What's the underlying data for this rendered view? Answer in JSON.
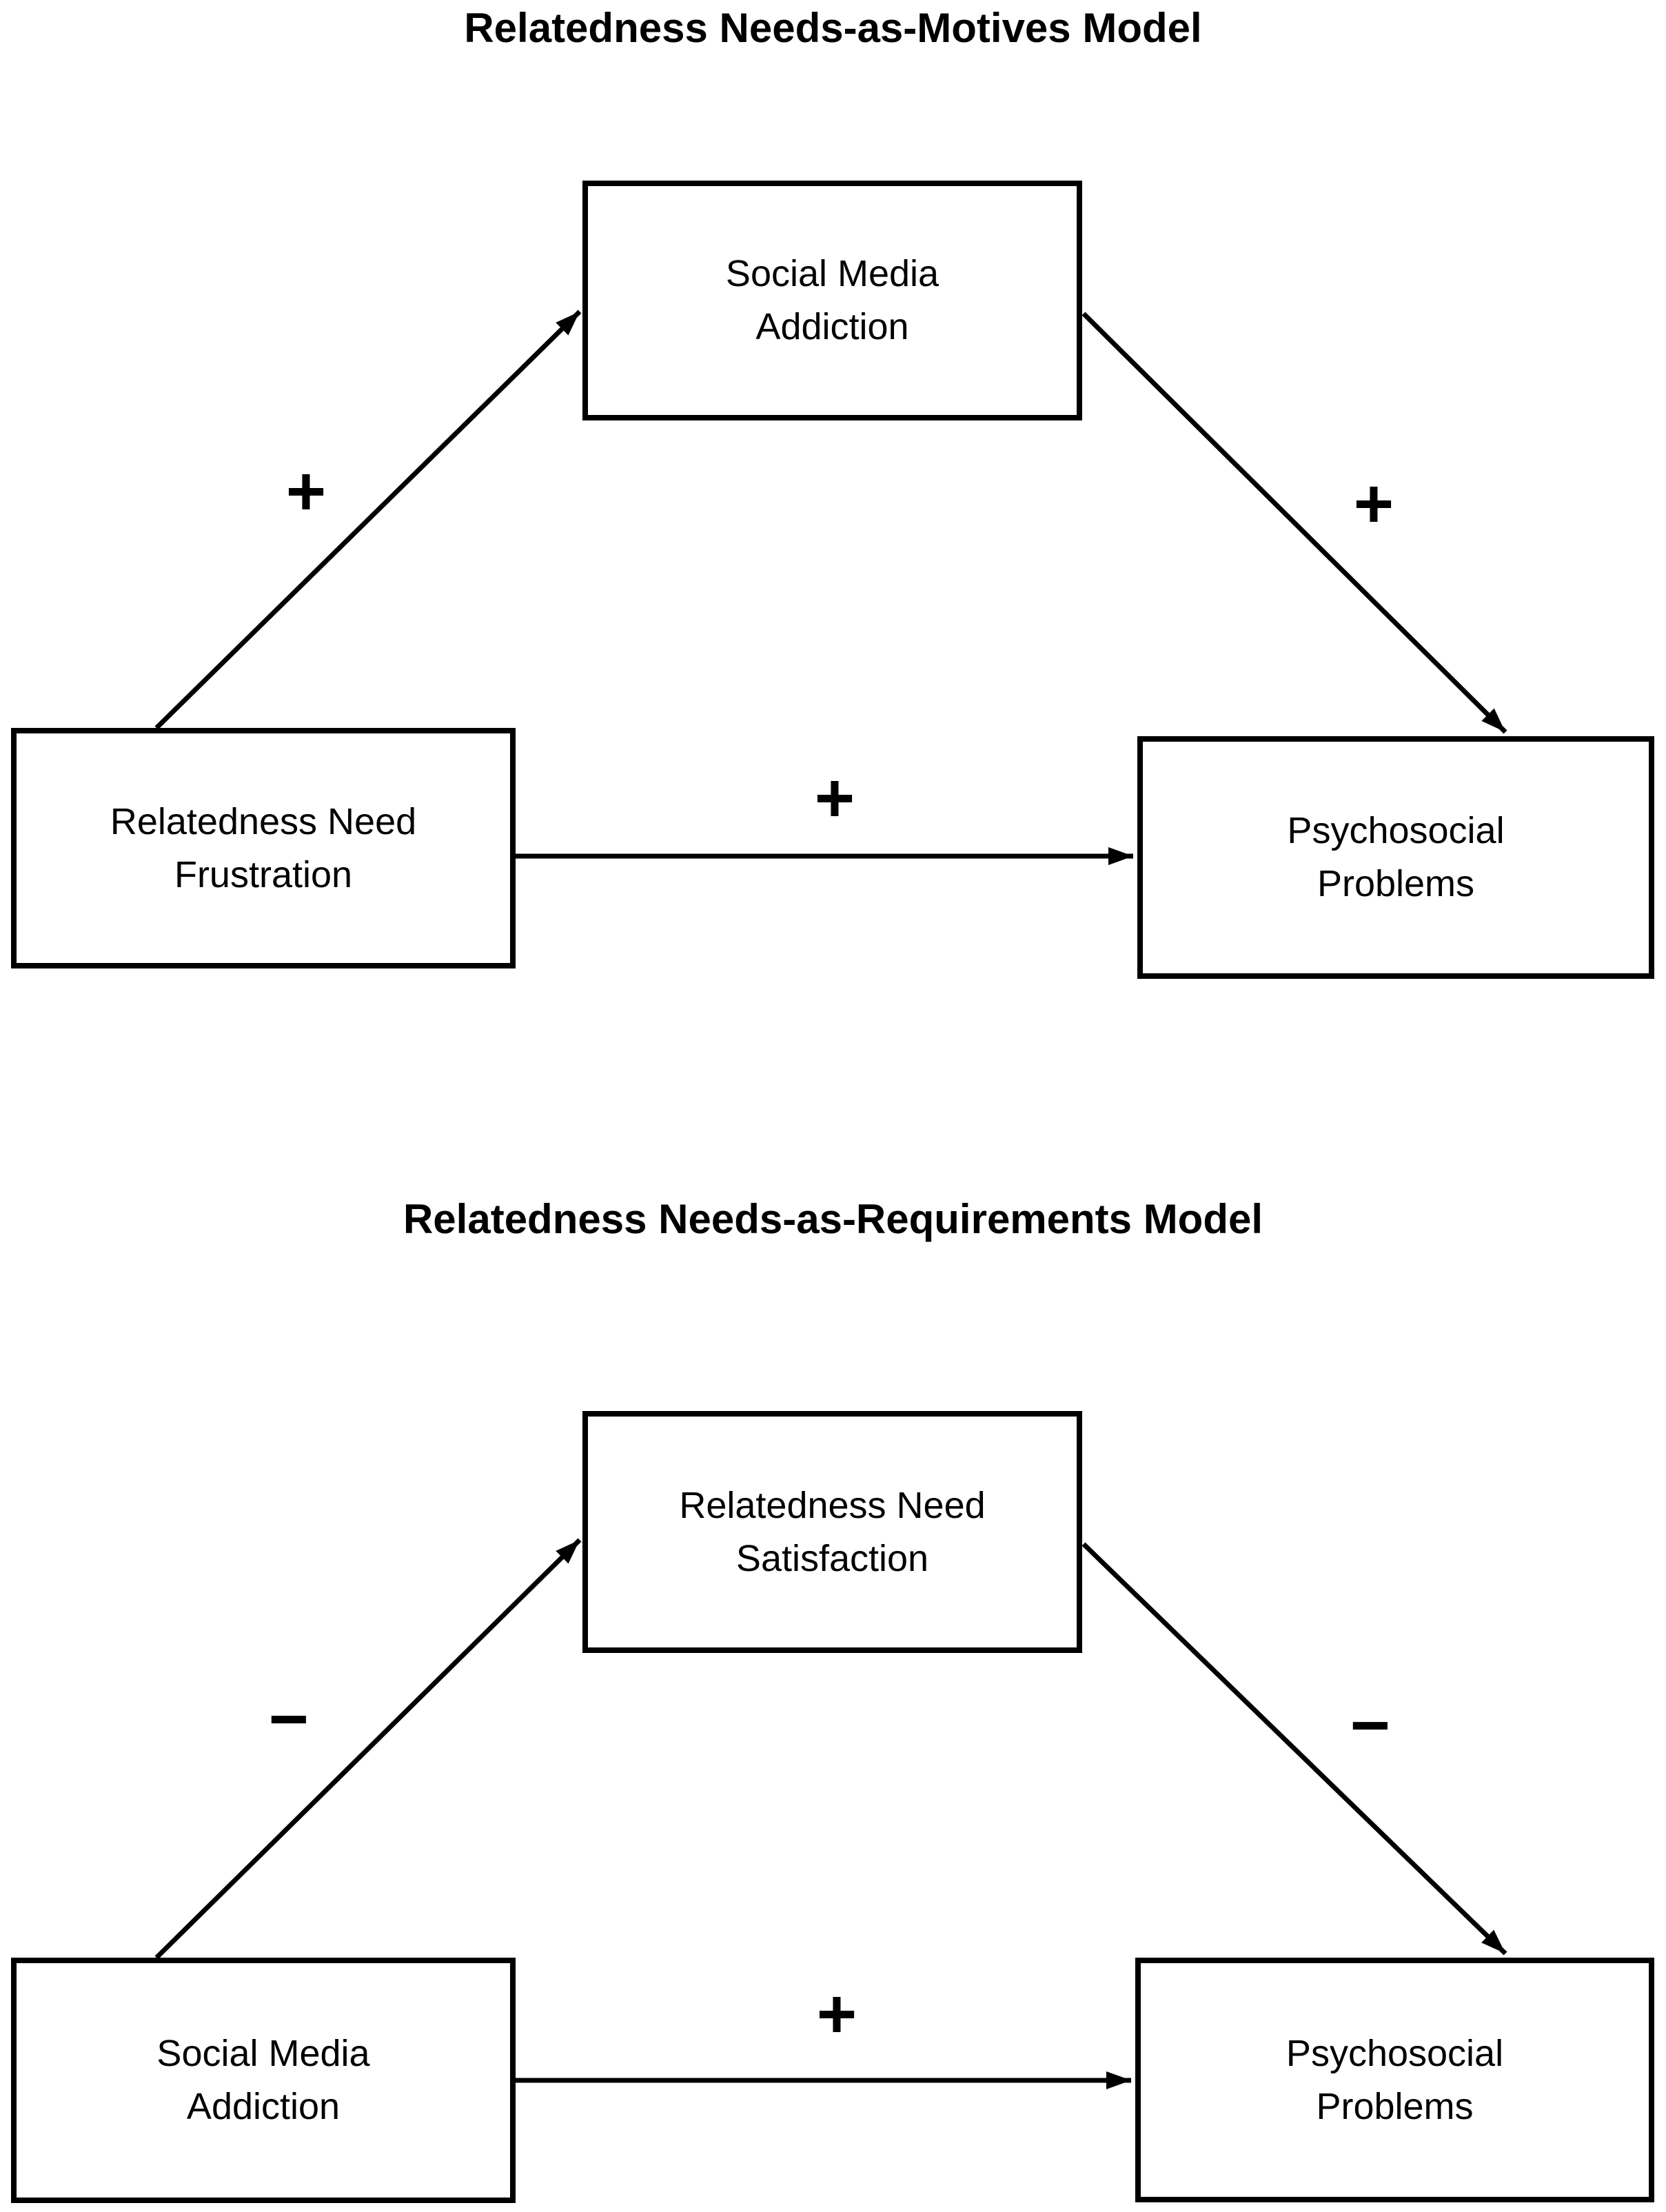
{
  "figure": {
    "background": "#ffffff",
    "line_color": "#000000",
    "text_color": "#000000"
  },
  "models": [
    {
      "id": "motives",
      "title": "Relatedness Needs-as-Motives Model",
      "nodes": {
        "mediator": "Social Media Addiction",
        "predictor": "Relatedness Need Frustration",
        "outcome": "Psychosocial Problems"
      },
      "paths": {
        "predictor_to_mediator": "+",
        "mediator_to_outcome": "+",
        "predictor_to_outcome": "+"
      }
    },
    {
      "id": "requirements",
      "title": "Relatedness Needs-as-Requirements Model",
      "nodes": {
        "mediator": "Relatedness Need Satisfaction",
        "predictor": "Social Media Addiction",
        "outcome": "Psychosocial Problems"
      },
      "paths": {
        "predictor_to_mediator": "−",
        "mediator_to_outcome": "−",
        "predictor_to_outcome": "+"
      }
    }
  ]
}
